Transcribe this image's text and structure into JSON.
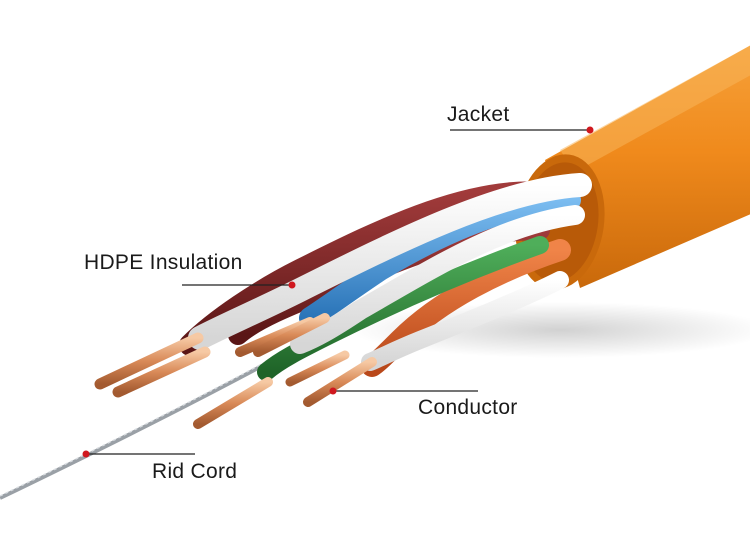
{
  "labels": {
    "jacket": "Jacket",
    "hdpe_insulation": "HDPE Insulation",
    "conductor": "Conductor",
    "rid_cord": "Rid Cord"
  },
  "colors": {
    "jacket": "#f08a1c",
    "jacket_shadow": "#c9690b",
    "jacket_inner": "#b85a08",
    "copper": "#d98a58",
    "copper_highlight": "#f6c9a4",
    "pair_brown": "#7a2424",
    "pair_blue": "#3f92d6",
    "pair_orange": "#e2662a",
    "pair_green": "#2f8a3a",
    "pair_white": "#f4f4f4",
    "rid_cord": "#9aa0a6",
    "callout_dot": "#d0181f",
    "callout_line": "#222222"
  }
}
